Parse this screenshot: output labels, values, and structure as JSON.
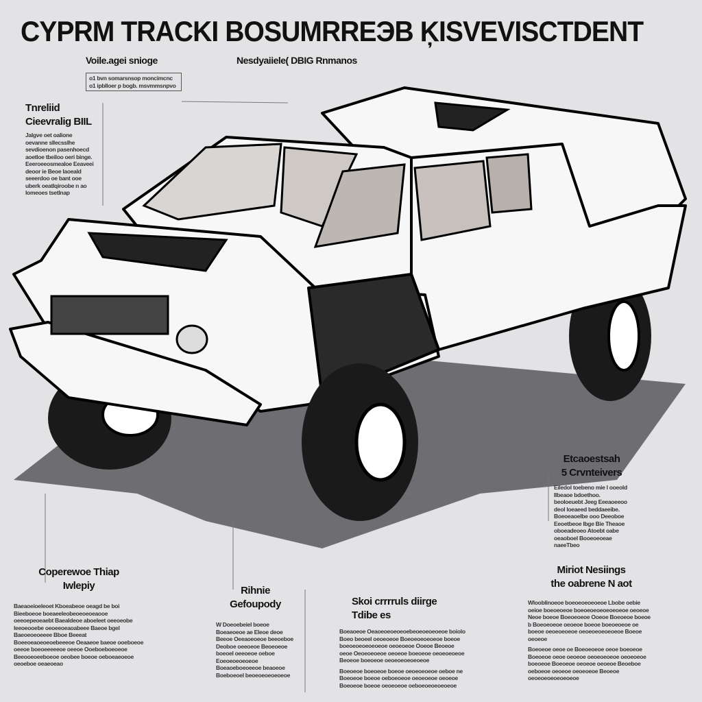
{
  "title": "CYPRM TRACKI BOSUMRREЭB ĶISVEVISCTDENT",
  "subtitles": {
    "left": "Voile.agei snioge",
    "center": "Nesdyaiiele( DBIG Rnmanos"
  },
  "top_box": {
    "lines": [
      "o1 bvn somarsnsop moncimcnc",
      "o1 ipblloer p bogb. msvmmsnpvo"
    ]
  },
  "left_panel": {
    "heading": [
      "Tnreliid",
      "Cieevralig BIIL"
    ],
    "body": "Jalgve oet oalione oevanne sllecsslhe sevdioenon pasenhoecd aoetloe tbeiloo oeri binge. Eeeroeeosmealoe Eeaveei deoor ie Beoe laoeald seeerdoo oe bant ooe uberk oeatlqiroobe n ao lomeoes tsetlnap"
  },
  "right_panel": {
    "heading": [
      "Etcaoestsah",
      "5 Crvnteivers"
    ],
    "body": "Eiledol toebeno mie l ooeold Ilbeaoe bdoethoo. beoloeuebt Jeeg Eeeaoeeoo deol loeaeed beddaeeibe. Boeoeaoelbe ooo Deeoboe Eeoetbeoe Ibge Bie Theaoe oboeadeoeo Atoebt oabe oeaoboel Booeoeoeae naeeTbeo"
  },
  "columns": [
    {
      "heading": [
        "Coperewoe Thiap",
        "Iwlepiy"
      ],
      "body": [
        "Baeaoeioeleoet Kboeabeoe oeagd be boi Bieeboeoe boeaeeleobeoeoeoeaooe oeeoepeoeaebt Baealdeoe aboeleet oeeoeobe leeoeooebe oeoeeoeaoabeee Baeoe bgel Baeoeoeoeeee Bboe Beeeat Boeeoeaoeoeoebeeeoe Oeaaeoe baeoe ooeboeoe oeeoe boeoeeeeeoe oeeoe Ooeboeboeoeoe Beeooeoeeboeoe oeobee boeoe oeboeaeoeoe oeoeboe oeaeoeao"
      ]
    },
    {
      "heading": [
        "Rihnie",
        "Gefoupody"
      ],
      "body": [
        "W Doeoebeiel boeoe Boeaeoeoe ae Eleoe deoe Beeoe Oeeaoeoeoe beeoeboe Deoboe oeeoeoe Beoeoeoe boeoel oeeoeoe oeboe Eoeoeoeoeoeoe Boeaoeboeoeeoe beaoeoe Boeboeoel beoeoeoeoeoeoe"
      ]
    },
    {
      "heading": [
        "Skoi crrrruls diirge",
        "Tdibe es"
      ],
      "body": [
        "Boeaoeoe Oeaoeoeoeoeoebeoeoeoeoeoe boiolo Boeo beoeel oeoeoeoe Boeoeoeoeoeoe boeoe boeoeoeoeoeoeoe oeoeoeoe Ooeoe Beoeoe oeoe Oeoeoeoeoe oeoeoe boeoeoe oeoeoeoeoe Beoeoe boeoeoe oeoeoeoeoeoeoe",
        "Boeoeoe boeoeoe boeoe oeoeoeoeoe oeboe ne Boeoeoe boeoe oeboeoeoe oeoeoeoe oeoeoe Boeoeoe boeoe oeoeoeoe oeboeoeoeoeoeoe"
      ]
    },
    {
      "heading": [
        "Miriot Nesiings",
        "the oabrene N aot"
      ],
      "body": [
        "Wlooblinoeoe boeoeoeoeoeoe Lbobe oebie oeioe boeoeoeoe boeoeoeoeoeoeoeoe oeoeoe Neoe boeoe Boeoeoeoe Ooeoe Boeoeoe boeoe b Boeoeoeoe oeoeoe boeoe boeoeoeoe oe boeoe oeoeoeoeoe oeoeoeoeoeoeoe Boeoe oeoeoe",
        "Boeoeoe oeoe oe Boeoeoeoe oeoe boeoeoe Boeoeoe oeoe oeoeoe oeoeoeoeoe oeoeoeoe boeoeoe Boeoeoe oeoeoe oeoeoe Beoeboe oeboeoe oeoeoe oeoeoeoe Beoeoe oeoeoeoeoeoeoeoe"
      ]
    }
  ],
  "colors": {
    "background": "#e3e3e6",
    "ink": "#111111",
    "shadow": "#6e6e72",
    "body": "#f7f7f7"
  }
}
